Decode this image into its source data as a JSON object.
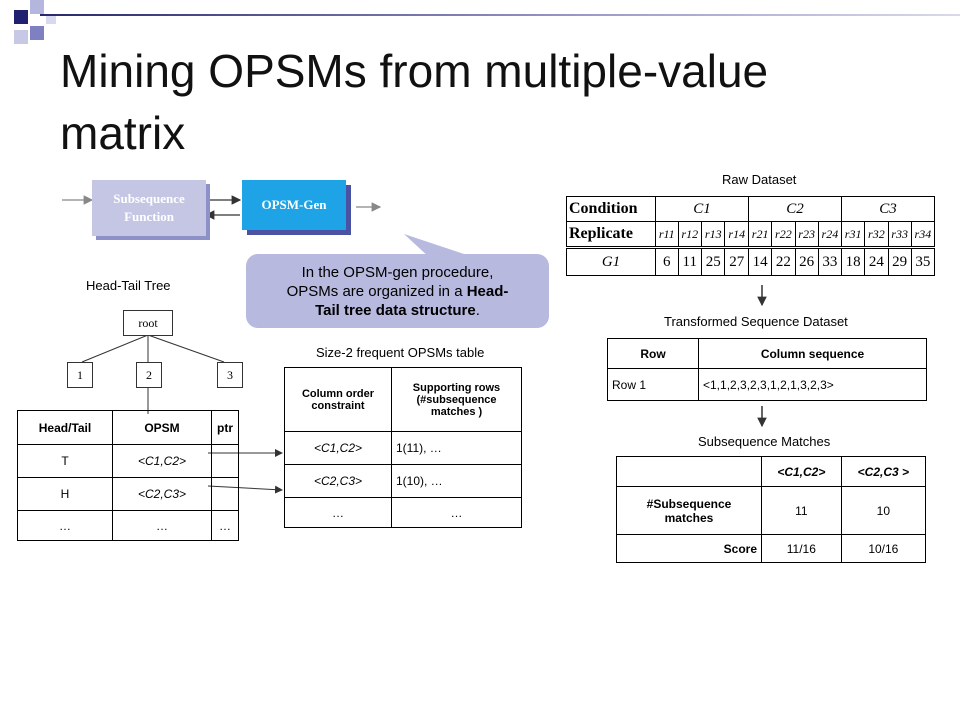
{
  "slide": {
    "title_line1": "Mining OPSMs from multiple-value",
    "title_line2": "matrix"
  },
  "flow": {
    "subsequence_function": "Subsequence Function",
    "opsm_gen": "OPSM-Gen"
  },
  "callout": {
    "line1": "In the OPSM-gen procedure,",
    "line2_a": "OPSMs are organized in a ",
    "line2_b": "Head-",
    "line3_a": "Tail tree data structure",
    "line3_b": "."
  },
  "tree": {
    "label": "Head-Tail Tree",
    "root": "root",
    "children": [
      "1",
      "2",
      "3"
    ]
  },
  "headtail_table": {
    "headers": [
      "Head/Tail",
      "OPSM",
      "ptr"
    ],
    "rows": [
      [
        "T",
        "<C1,C2>",
        ""
      ],
      [
        "H",
        "<C2,C3>",
        ""
      ],
      [
        "…",
        "…",
        "…"
      ]
    ]
  },
  "size2_table": {
    "label": "Size-2 frequent OPSMs table",
    "headers": [
      "Column order constraint",
      "Supporting rows (#subsequence matches )"
    ],
    "rows": [
      [
        "<C1,C2>",
        "1(11), …"
      ],
      [
        "<C2,C3>",
        "1(10), …"
      ],
      [
        "…",
        "…"
      ]
    ]
  },
  "raw_dataset": {
    "label": "Raw Dataset",
    "condition_label": "Condition",
    "conditions": [
      "C1",
      "C2",
      "C3"
    ],
    "replicate_label": "Replicate",
    "replicates": [
      "r11",
      "r12",
      "r13",
      "r14",
      "r21",
      "r22",
      "r23",
      "r24",
      "r31",
      "r32",
      "r33",
      "r34"
    ],
    "gene": "G1",
    "values": [
      "6",
      "11",
      "25",
      "27",
      "14",
      "22",
      "26",
      "33",
      "18",
      "24",
      "29",
      "35"
    ]
  },
  "transformed": {
    "label": "Transformed Sequence Dataset",
    "headers": [
      "Row",
      "Column sequence"
    ],
    "rows": [
      [
        "Row 1",
        "<1,1,2,3,2,3,1,2,1,3,2,3>"
      ]
    ]
  },
  "matches": {
    "label": "Subsequence Matches",
    "headers": [
      "",
      "<C1,C2>",
      "<C2,C3 >"
    ],
    "rows": [
      [
        "#Subsequence matches",
        "11",
        "10"
      ],
      [
        "Score",
        "11/16",
        "10/16"
      ]
    ]
  }
}
